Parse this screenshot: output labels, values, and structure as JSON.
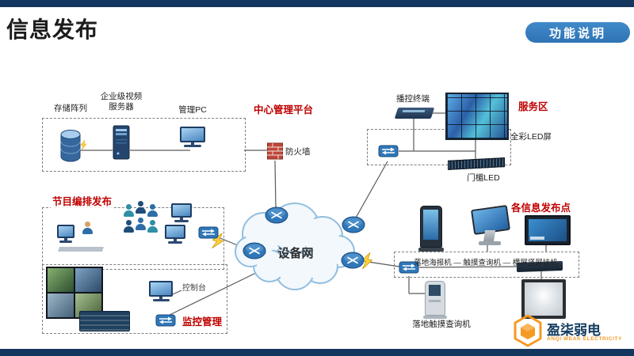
{
  "colors": {
    "navy": "#14375f",
    "accent-blue": "#2e74b5",
    "label-red": "#c00000",
    "logo-orange": "#f59a23"
  },
  "header": {
    "title": "信息发布",
    "action_label": "功能说明"
  },
  "areas": {
    "center_platform": "中心管理平台",
    "service_area": "服务区",
    "program_publish": "节目编排发布",
    "monitor_mgmt": "监控管理",
    "publish_points": "各信息发布点"
  },
  "nodes": {
    "storage_array": "存储阵列",
    "video_server_line1": "企业级视频",
    "video_server_line2": "服务器",
    "mgmt_pc": "管理PC",
    "firewall": "防火墙",
    "broadcast_terminal": "播控终端",
    "full_color_led": "全彩LED屏",
    "lintel_led": "门楣LED",
    "device_network": "设备网",
    "console": "控制台",
    "publish_row": "落地海报机 — 触摸查询机 — 横屏竖屏挂机",
    "floor_touch_kiosk": "落地触摸查询机"
  },
  "logo": {
    "name": "盈柒弱电",
    "subtitle": "ANQI WEAK ELECTRICITY"
  }
}
